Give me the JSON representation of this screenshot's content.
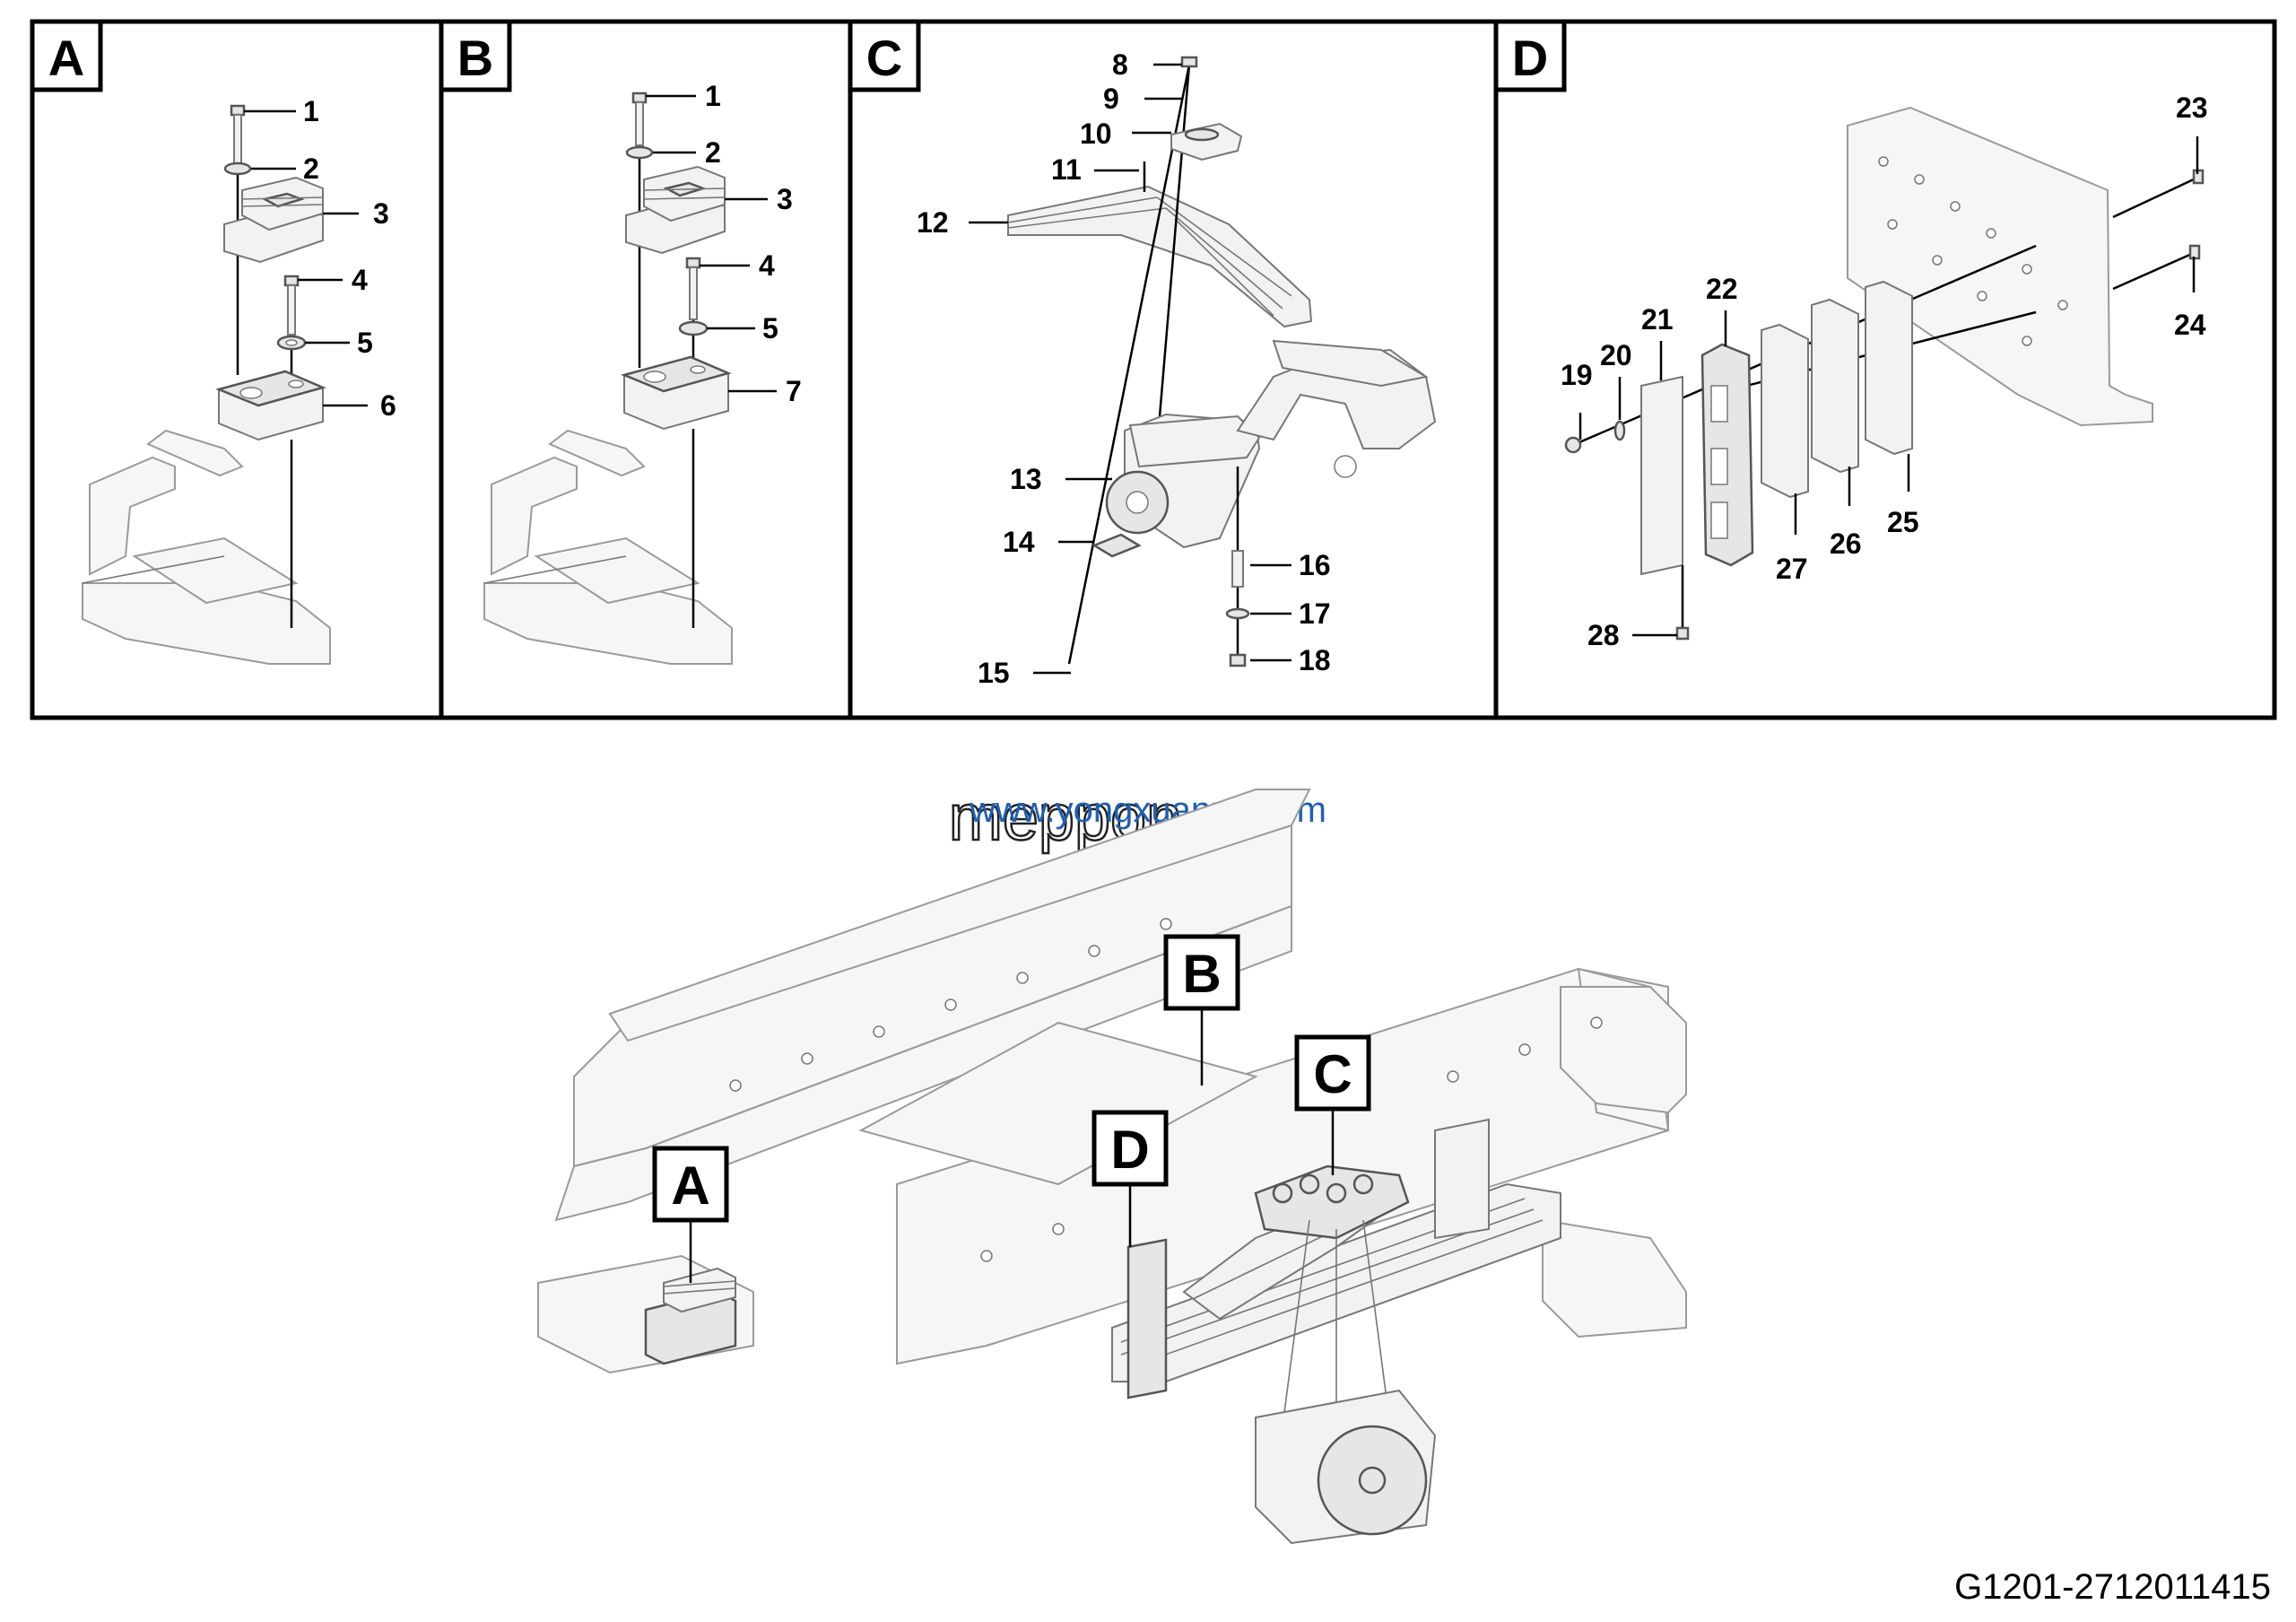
{
  "panels": [
    {
      "id": "A",
      "label": "A",
      "callouts": [
        "1",
        "2",
        "3",
        "4",
        "5",
        "6"
      ]
    },
    {
      "id": "B",
      "label": "B",
      "callouts": [
        "1",
        "2",
        "3",
        "4",
        "5",
        "7"
      ]
    },
    {
      "id": "C",
      "label": "C",
      "callouts": [
        "8",
        "9",
        "10",
        "11",
        "12",
        "13",
        "14",
        "15",
        "16",
        "17",
        "18"
      ]
    },
    {
      "id": "D",
      "label": "D",
      "callouts": [
        "19",
        "20",
        "21",
        "22",
        "23",
        "24",
        "25",
        "26",
        "27",
        "28"
      ]
    }
  ],
  "location_markers": [
    "A",
    "B",
    "C",
    "D"
  ],
  "watermark": {
    "text_1": "meppon.cc",
    "text_2": "www.yongxuanzd.com"
  },
  "document_id": "G1201-2712011415"
}
